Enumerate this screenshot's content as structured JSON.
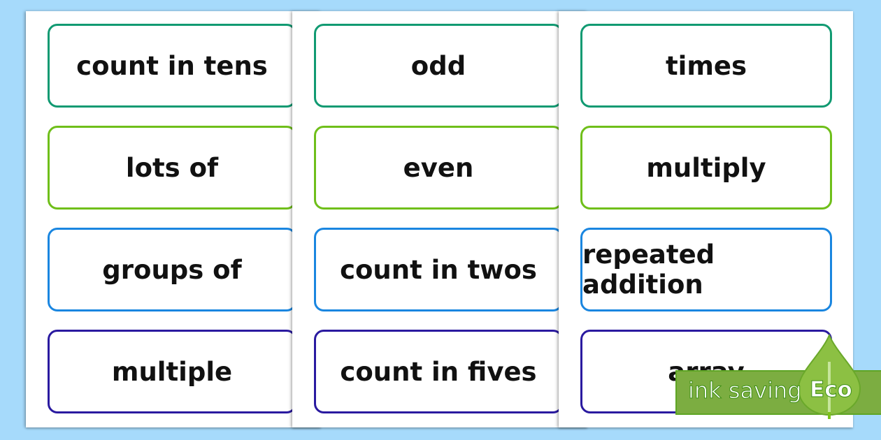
{
  "colors": {
    "background": "#a6dafb",
    "row1": "#119a72",
    "row2": "#6fbf1a",
    "row3": "#1a86e0",
    "row4": "#2a1aa0",
    "eco": "#7cad41"
  },
  "pages": [
    {
      "cards": [
        "count in tens",
        "lots of",
        "groups of",
        "multiple"
      ]
    },
    {
      "cards": [
        "odd",
        "even",
        "count in twos",
        "count in fives"
      ]
    },
    {
      "cards": [
        "times",
        "multiply",
        "repeated addition",
        "array"
      ]
    }
  ],
  "badge": {
    "text": "ink saving",
    "label": "Eco",
    "icon": "leaf-drop-icon"
  }
}
